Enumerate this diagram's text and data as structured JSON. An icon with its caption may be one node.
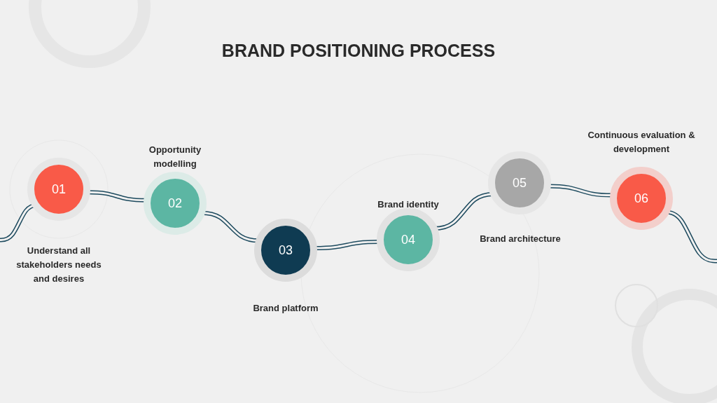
{
  "diagram": {
    "title": "BRAND POSITIONING PROCESS",
    "nodes": [
      {
        "text": [
          "01"
        ],
        "beside": [
          "Understand all stakeholders needs and desires"
        ]
      },
      {
        "text": [
          "02"
        ],
        "beside": [
          "Opportunity modelling"
        ]
      },
      {
        "text": [
          "03"
        ],
        "beside": [
          "Brand platform"
        ]
      },
      {
        "text": [
          "04"
        ],
        "beside": [
          "Brand identity"
        ]
      },
      {
        "text": [
          "05"
        ],
        "beside": [
          "Brand architecture"
        ]
      },
      {
        "text": [
          "06"
        ],
        "beside": [
          "Continuous evaluation & development"
        ]
      }
    ],
    "edges": [
      {
        "from": null,
        "to": 0,
        "arrow": "none"
      },
      {
        "from": 0,
        "to": 1,
        "arrow": "none"
      },
      {
        "from": 1,
        "to": 2,
        "arrow": "none"
      },
      {
        "from": 2,
        "to": 3,
        "arrow": "none"
      },
      {
        "from": 3,
        "to": 4,
        "arrow": "none"
      },
      {
        "from": 4,
        "to": 5,
        "arrow": "none"
      },
      {
        "from": 5,
        "to": null,
        "arrow": "none"
      }
    ]
  }
}
